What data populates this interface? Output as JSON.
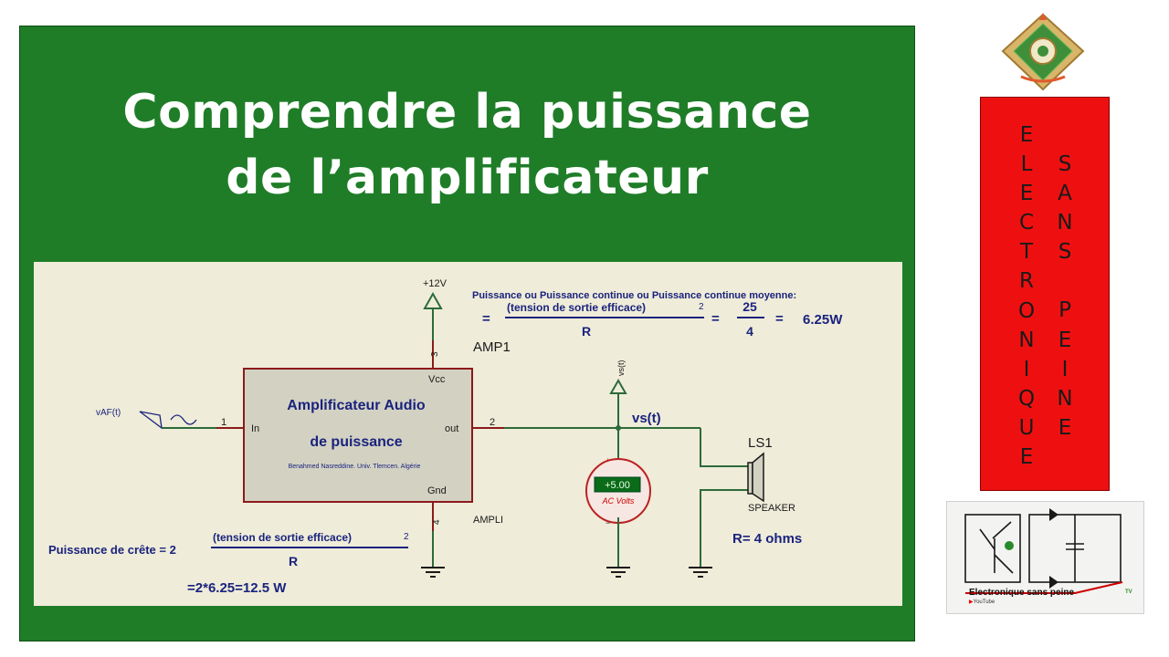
{
  "slide": {
    "title_line1": "Comprendre la puissance",
    "title_line2": "de l’amplificateur"
  },
  "circuit": {
    "supply_label": "+12V",
    "amp_designator": "AMP1",
    "amp_name_line1": "Amplificateur Audio",
    "amp_name_line2": "de puissance",
    "amp_credit": "Benahmed Nasreddine. Univ. Tlemcen. Algérie",
    "pin_vcc": "Vcc",
    "pin_in": "In",
    "pin_out": "out",
    "pin_gnd": "Gnd",
    "pin_num_1": "1",
    "pin_num_2": "2",
    "pin_num_3": "3",
    "pin_num_4": "4",
    "amp_type": "AMPLI",
    "source_label": "vAF(t)",
    "probe_label": "vs(t)",
    "node_label": "vs(t)",
    "voltmeter_value": "+5.00",
    "voltmeter_unit": "AC Volts",
    "voltmeter_plus": "+",
    "voltmeter_minus": "−",
    "speaker_designator": "LS1",
    "speaker_type": "SPEAKER",
    "resistance": "R= 4 ohms"
  },
  "formulas": {
    "avg_heading": "Puissance ou Puissance continue ou Puissance continue moyenne:",
    "avg_eq1": "=",
    "avg_numerator": "(tension de sortie efficace)",
    "avg_exponent": "2",
    "avg_denominator": "R",
    "avg_eq2": "=",
    "avg_value_num": "25",
    "avg_value_den": "4",
    "avg_eq3": "=",
    "avg_result": "6.25W",
    "peak_label": "Puissance de crête = 2",
    "peak_numerator": "(tension de sortie efficace)",
    "peak_exponent": "2",
    "peak_denominator": "R",
    "peak_result": "=2*6.25=12.5 W"
  },
  "banner": {
    "left_letters": [
      "E",
      "L",
      "E",
      "C",
      "T",
      "R",
      "O",
      "N",
      "I",
      "Q",
      "U",
      "E"
    ],
    "right_letters": [
      "S",
      "A",
      "N",
      "S",
      "",
      "P",
      "E",
      "I",
      "N",
      "E"
    ],
    "color": "#ee1010"
  },
  "logo": {
    "caption": "Electronique sans peine",
    "youtube": "YouTube",
    "tv": "TV"
  },
  "colors": {
    "slide_green": "#1f7d28",
    "wire_dark_red": "#8b1a1a",
    "ground_green": "#2d6b3a",
    "formula_blue": "#1a237e"
  }
}
